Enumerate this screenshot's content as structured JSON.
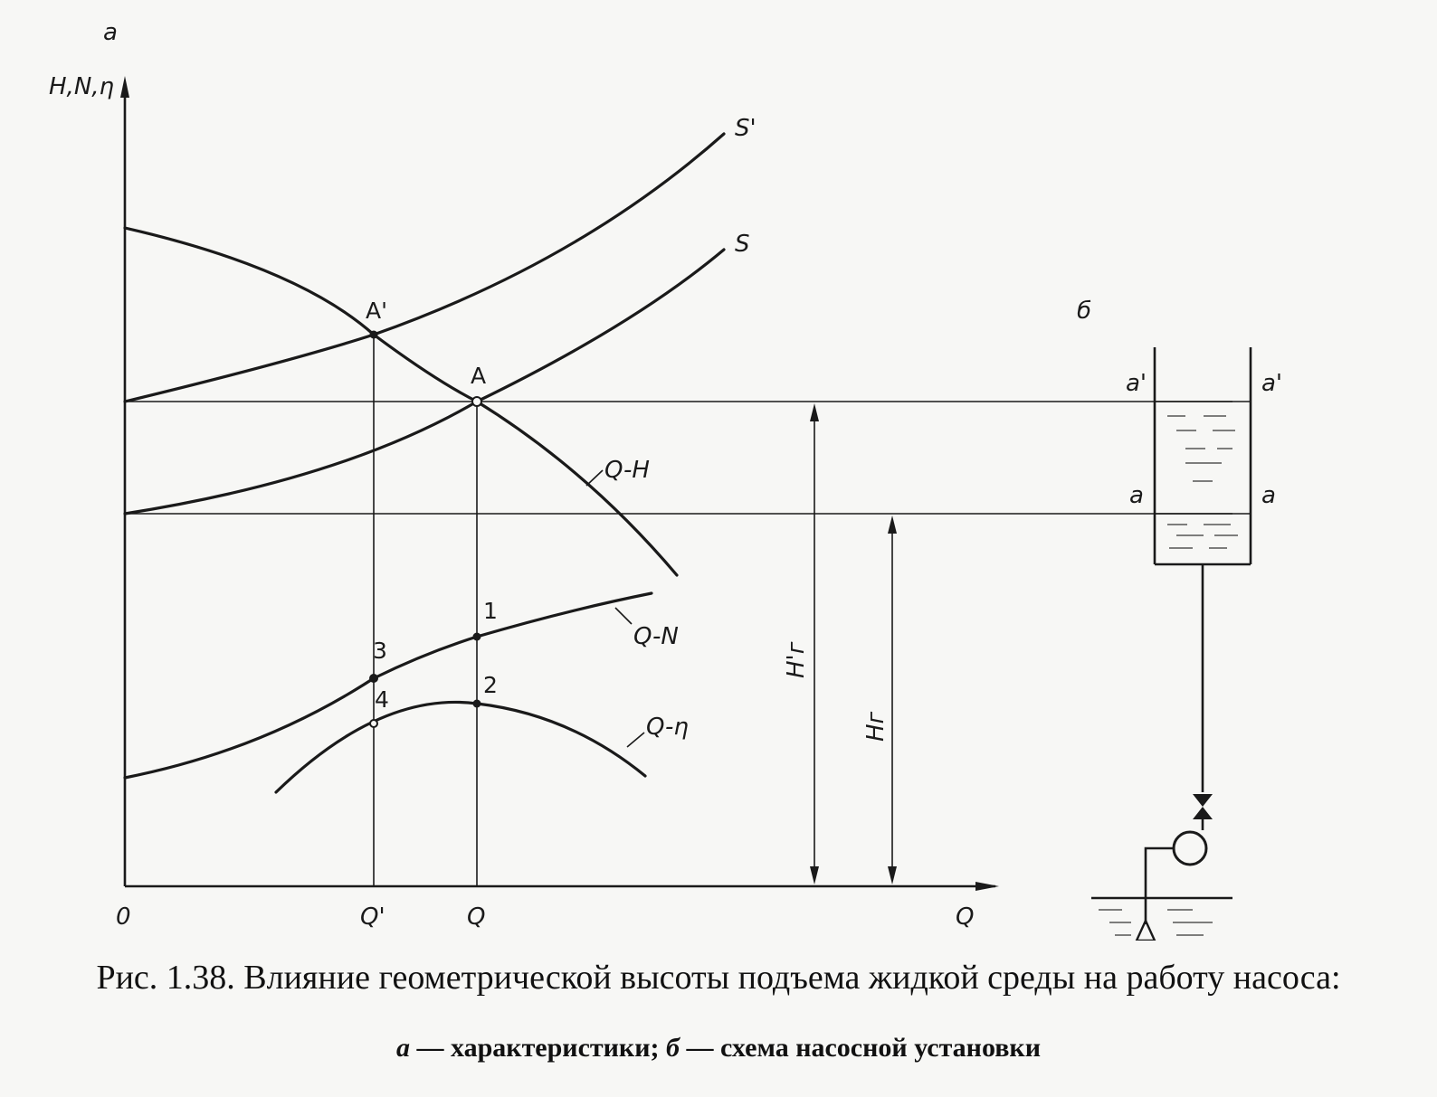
{
  "figure": {
    "panel_a_label": "а",
    "panel_b_label": "б",
    "y_axis_label": "H,N,η",
    "x_axis_label": "Q",
    "origin_label": "0",
    "tick_q_prime": "Q'",
    "tick_q": "Q",
    "curve_labels": {
      "s_prime": "S'",
      "s": "S",
      "q_h": "Q-H",
      "q_n": "Q-N",
      "q_eta": "Q-η"
    },
    "points": {
      "a_prime": "A'",
      "a": "A",
      "p1": "1",
      "p2": "2",
      "p3": "3",
      "p4": "4"
    },
    "heights": {
      "hg_prime": "H'г",
      "hg": "Hг"
    },
    "tank_levels": {
      "upper_left": "a'",
      "upper_right": "a'",
      "lower_left": "a",
      "lower_right": "a"
    }
  },
  "caption": {
    "line1": "Рис. 1.38. Влияние геометрической высоты подъема жидкой среды на работу насоса:",
    "a_letter": "а",
    "a_text": " — характеристики; ",
    "b_letter": "б",
    "b_text": " — схема насосной установки"
  }
}
